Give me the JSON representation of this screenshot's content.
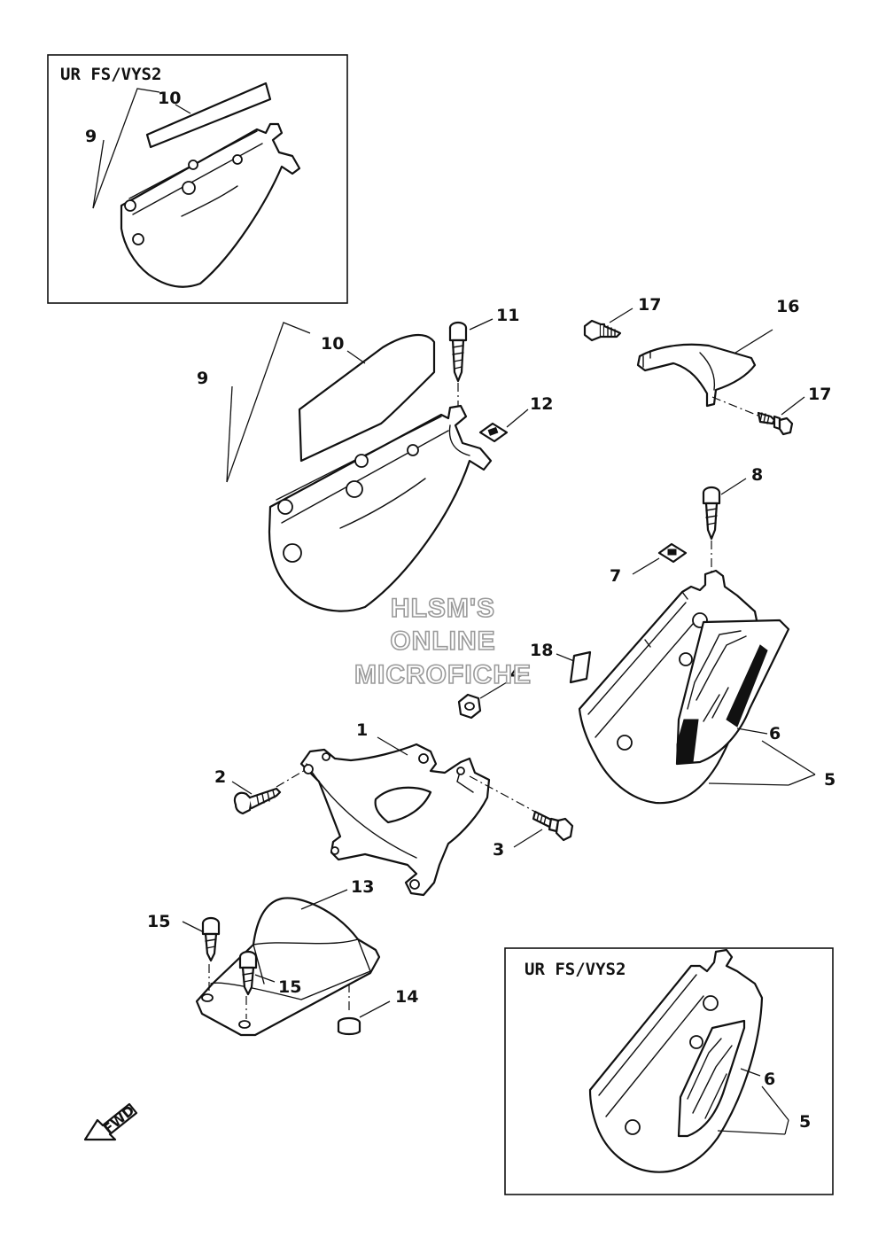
{
  "insets": {
    "top_left_title": "UR FS/VYS2",
    "bottom_right_title": "UR FS/VYS2"
  },
  "watermark": {
    "line1": "HLSM'S",
    "line2": "ONLINE",
    "line3": "MICROFICHE"
  },
  "direction_label": "FWD",
  "callouts": {
    "inset_10": "10",
    "inset_9": "9",
    "p10": "10",
    "p11": "11",
    "p9": "9",
    "p12": "12",
    "p17a": "17",
    "p16": "16",
    "p17b": "17",
    "p8": "8",
    "p7": "7",
    "p18": "18",
    "p4": "4",
    "p1": "1",
    "p2": "2",
    "p3": "3",
    "p6": "6",
    "p5": "5",
    "p13": "13",
    "p15a": "15",
    "p15b": "15",
    "p14": "14",
    "inset_6": "6",
    "inset_5": "5"
  }
}
